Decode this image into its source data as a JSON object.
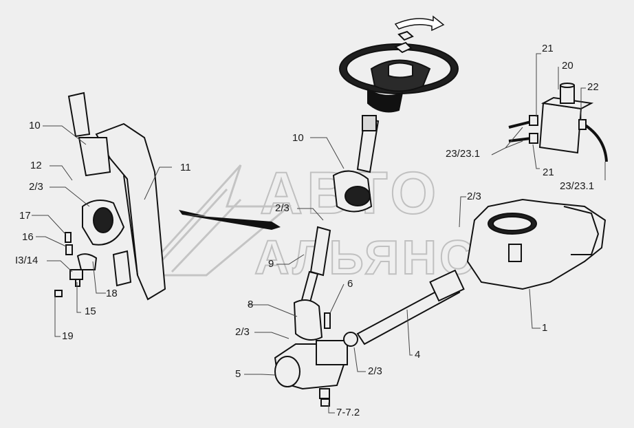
{
  "watermark": {
    "line1": "АВТО",
    "line2": "АЛЬЯНС"
  },
  "callouts": {
    "c10a": "10",
    "c12": "12",
    "c23a": "2/3",
    "c11": "11",
    "c17": "17",
    "c16": "16",
    "c1314": "I3/14",
    "c18": "18",
    "c15": "15",
    "c19": "19",
    "c10b": "10",
    "c23b": "2/3",
    "c9": "9",
    "c8": "8",
    "c6": "6",
    "c23c": "2/3",
    "c5": "5",
    "c23d": "2/3",
    "c72": "7-7.2",
    "c4": "4",
    "c1": "1",
    "c23e": "2/3",
    "c21a": "21",
    "c20": "20",
    "c22": "22",
    "c231a": "23/23.1",
    "c21b": "21",
    "c231b": "23/23.1"
  }
}
